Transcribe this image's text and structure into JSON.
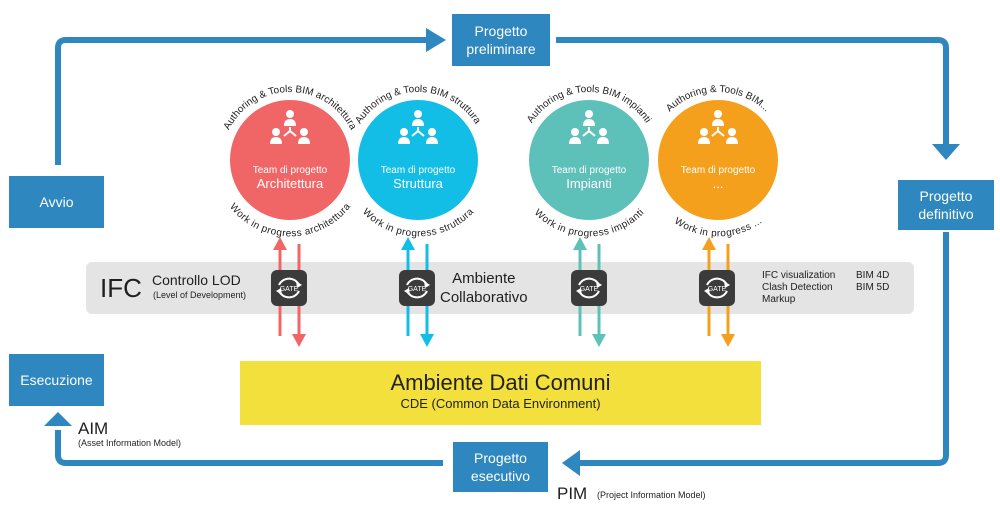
{
  "phases": {
    "preliminare": [
      "Progetto",
      "preliminare"
    ],
    "definitivo": [
      "Progetto",
      "definitivo"
    ],
    "esecutivo": [
      "Progetto",
      "esecutivo"
    ],
    "avvio": "Avvio",
    "esecuzione": "Esecuzione"
  },
  "teams": [
    {
      "title": "Team di progetto",
      "name": "Architettura",
      "arc_top": "Authoring & Tools BIM architettura",
      "arc_bottom": "Work in progress architettura",
      "color": "#f06666"
    },
    {
      "title": "Team di progetto",
      "name": "Struttura",
      "arc_top": "Authoring & Tools BIM struttura",
      "arc_bottom": "Work in progress struttura",
      "color": "#12bde6"
    },
    {
      "title": "Team di progetto",
      "name": "Impianti",
      "arc_top": "Authoring & Tools BIM impianti",
      "arc_bottom": "Work in progress impianti",
      "color": "#5ec1b9"
    },
    {
      "title": "Team di progetto",
      "name": "...",
      "arc_top": "Authoring & Tools BIM...",
      "arc_bottom": "Work in progress ...",
      "color": "#f5a01c"
    }
  ],
  "gate_label": "GATE",
  "band": {
    "ifc": "IFC",
    "lod_title": "Controllo LOD",
    "lod_sub": "(Level of Development)",
    "ambiente": [
      "Ambiente",
      "Collaborativo"
    ],
    "tools": [
      "IFC visualization",
      "Clash Detection",
      "Markup"
    ],
    "bim": [
      "BIM 4D",
      "BIM 5D"
    ]
  },
  "cde": {
    "title": "Ambiente Dati Comuni",
    "subtitle": "CDE (Common Data Environment)"
  },
  "aim": {
    "label": "AIM",
    "sub": "(Asset Information Model)"
  },
  "pim": {
    "label": "PIM",
    "sub": "(Project Information Model)"
  },
  "colors": {
    "flow": "#2e87be",
    "band": "#e4e4e4",
    "cde": "#f4e03c",
    "gate": "#3b3b3b"
  }
}
